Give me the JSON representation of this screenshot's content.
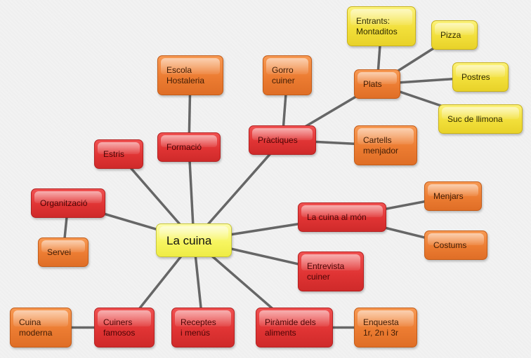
{
  "mindmap": {
    "center": {
      "id": "cuina",
      "label": "La cuina"
    },
    "nodes": [
      {
        "id": "estris",
        "label": "Estris",
        "color": "red"
      },
      {
        "id": "formacio",
        "label": "Formació",
        "color": "red"
      },
      {
        "id": "escola",
        "label": "Escola\nHostaleria",
        "color": "orange"
      },
      {
        "id": "practiques",
        "label": "Pràctiques",
        "color": "red"
      },
      {
        "id": "gorro",
        "label": "Gorro\ncuiner",
        "color": "orange"
      },
      {
        "id": "plats",
        "label": "Plats",
        "color": "orange"
      },
      {
        "id": "entrants",
        "label": "Entrants:\nMontaditos",
        "color": "yellow"
      },
      {
        "id": "pizza",
        "label": "Pizza",
        "color": "yellow"
      },
      {
        "id": "postres",
        "label": "Postres",
        "color": "yellow"
      },
      {
        "id": "suc",
        "label": "Suc de llimona",
        "color": "yellow"
      },
      {
        "id": "cartells",
        "label": "Cartells\nmenjador",
        "color": "orange"
      },
      {
        "id": "organitzacio",
        "label": "Organització",
        "color": "red"
      },
      {
        "id": "servei",
        "label": "Servei",
        "color": "orange"
      },
      {
        "id": "mon",
        "label": "La cuina al món",
        "color": "red"
      },
      {
        "id": "menjars",
        "label": "Menjars",
        "color": "orange"
      },
      {
        "id": "costums",
        "label": "Costums",
        "color": "orange"
      },
      {
        "id": "entrevista",
        "label": "Entrevista\ncuiner",
        "color": "red"
      },
      {
        "id": "cuiners",
        "label": "Cuiners\nfamosos",
        "color": "red"
      },
      {
        "id": "moderna",
        "label": "Cuina\nmoderna",
        "color": "orange"
      },
      {
        "id": "receptes",
        "label": "Receptes\ni menús",
        "color": "red"
      },
      {
        "id": "piramide",
        "label": "Piràmide dels\naliments",
        "color": "red"
      },
      {
        "id": "enquesta",
        "label": "Enquesta\n1r, 2n i 3r",
        "color": "orange"
      }
    ],
    "links": [
      [
        "cuina",
        "estris"
      ],
      [
        "cuina",
        "formacio"
      ],
      [
        "formacio",
        "escola"
      ],
      [
        "cuina",
        "practiques"
      ],
      [
        "practiques",
        "gorro"
      ],
      [
        "practiques",
        "plats"
      ],
      [
        "practiques",
        "cartells"
      ],
      [
        "plats",
        "entrants"
      ],
      [
        "plats",
        "pizza"
      ],
      [
        "plats",
        "postres"
      ],
      [
        "plats",
        "suc"
      ],
      [
        "cuina",
        "organitzacio"
      ],
      [
        "organitzacio",
        "servei"
      ],
      [
        "cuina",
        "mon"
      ],
      [
        "mon",
        "menjars"
      ],
      [
        "mon",
        "costums"
      ],
      [
        "cuina",
        "entrevista"
      ],
      [
        "cuina",
        "cuiners"
      ],
      [
        "cuiners",
        "moderna"
      ],
      [
        "cuina",
        "receptes"
      ],
      [
        "cuina",
        "piramide"
      ],
      [
        "piramide",
        "enquesta"
      ]
    ]
  }
}
